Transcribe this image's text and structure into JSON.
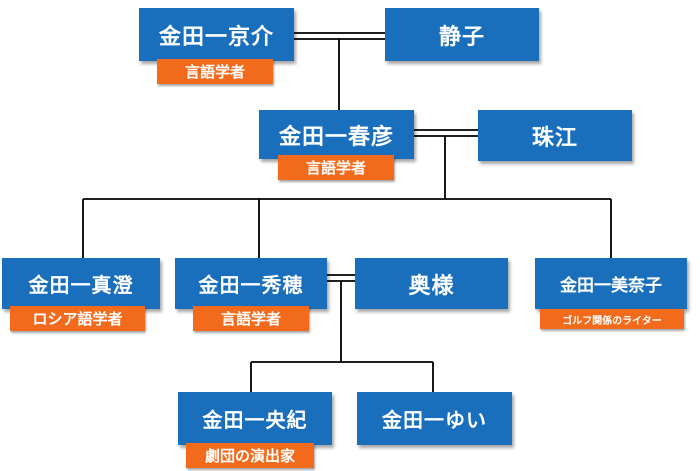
{
  "people": {
    "kyosuke": {
      "name": "金田一京介",
      "role": "言語学者"
    },
    "shizuko": {
      "name": "静子"
    },
    "haruhiko": {
      "name": "金田一春彦",
      "role": "言語学者"
    },
    "tamae": {
      "name": "珠江"
    },
    "masumi": {
      "name": "金田一真澄",
      "role": "ロシア語学者"
    },
    "hideho": {
      "name": "金田一秀穂",
      "role": "言語学者"
    },
    "okusama": {
      "name": "奥様"
    },
    "minako": {
      "name": "金田一美奈子",
      "role": "ゴルフ関係のライター"
    },
    "ouki": {
      "name": "金田一央紀",
      "role": "劇団の演出家"
    },
    "yui": {
      "name": "金田一ゆい"
    }
  },
  "colors": {
    "node_fill": "#1a6fbd",
    "role_tag_fill": "#f26b1d",
    "line": "#000000"
  }
}
